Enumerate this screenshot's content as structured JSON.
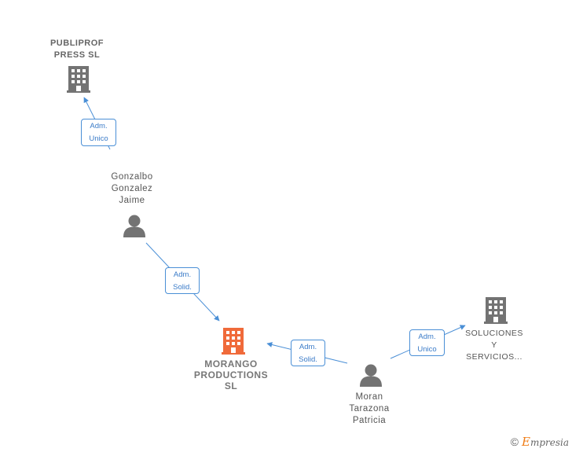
{
  "nodes": {
    "publiprof": {
      "line1": "PUBLIPROF",
      "line2": "PRESS SL",
      "icon": "building-icon",
      "color": "#737373"
    },
    "gonzalbo": {
      "line1": "Gonzalbo",
      "line2": "Gonzalez",
      "line3": "Jaime",
      "icon": "person-icon",
      "color": "#737373"
    },
    "morango": {
      "line1": "MORANGO",
      "line2": "PRODUCTIONS",
      "line3": "SL",
      "icon": "building-icon",
      "color": "#f06a3a"
    },
    "moran": {
      "line1": "Moran",
      "line2": "Tarazona",
      "line3": "Patricia",
      "icon": "person-icon",
      "color": "#737373"
    },
    "soluciones": {
      "line1": "SOLUCIONES",
      "line2": "Y",
      "line3": "SERVICIOS...",
      "icon": "building-icon",
      "color": "#737373"
    }
  },
  "relations": {
    "gonzalbo_publiprof": {
      "line1": "Adm.",
      "line2": "Unico"
    },
    "gonzalbo_morango": {
      "line1": "Adm.",
      "line2": "Solid."
    },
    "moran_morango": {
      "line1": "Adm.",
      "line2": "Solid."
    },
    "moran_soluciones": {
      "line1": "Adm.",
      "line2": "Unico"
    }
  },
  "footer": {
    "copyright": "©",
    "brand_initial": "E",
    "brand_rest": "mpresia"
  },
  "colors": {
    "edge": "#4a8fd6",
    "main_company": "#f06a3a",
    "node": "#737373"
  }
}
